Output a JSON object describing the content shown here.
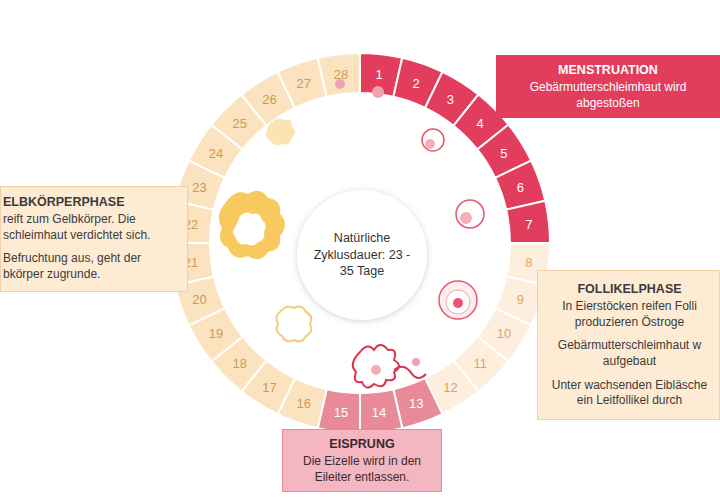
{
  "diagram": {
    "nodes": [
      {
        "text": [
          "MENSTRUATION",
          "Gebärmutterschleimhaut wird abgestoßen"
        ]
      },
      {
        "text": [
          "FOLLIKELPHASE",
          "In Eierstöcken reifen Folli produzieren Östroge",
          "Gebärmutterschleimhaut w aufgebaut",
          "Unter wachsenden Eibläsche ein Leitfollikel durch"
        ]
      },
      {
        "text": [
          "EISPRUNG",
          "Die Eizelle wird in den Eileiter entlassen."
        ]
      },
      {
        "text": [
          "ELBKÖRPERPHASE",
          "reift zum Gelbkörper. Die schleimhaut verdichtet sich.",
          "Befruchtung aus, geht der bkörper zugrunde."
        ]
      },
      {
        "text": [
          "Natürliche Zyklusdauer: 23 - 35 Tage"
        ]
      }
    ],
    "labels": [
      "1",
      "2",
      "3",
      "4",
      "5",
      "6",
      "7",
      "8",
      "9",
      "10",
      "11",
      "12",
      "13",
      "14",
      "15",
      "16",
      "17",
      "18",
      "19",
      "20",
      "21",
      "22",
      "23",
      "24",
      "25",
      "26",
      "27",
      "28"
    ]
  }
}
